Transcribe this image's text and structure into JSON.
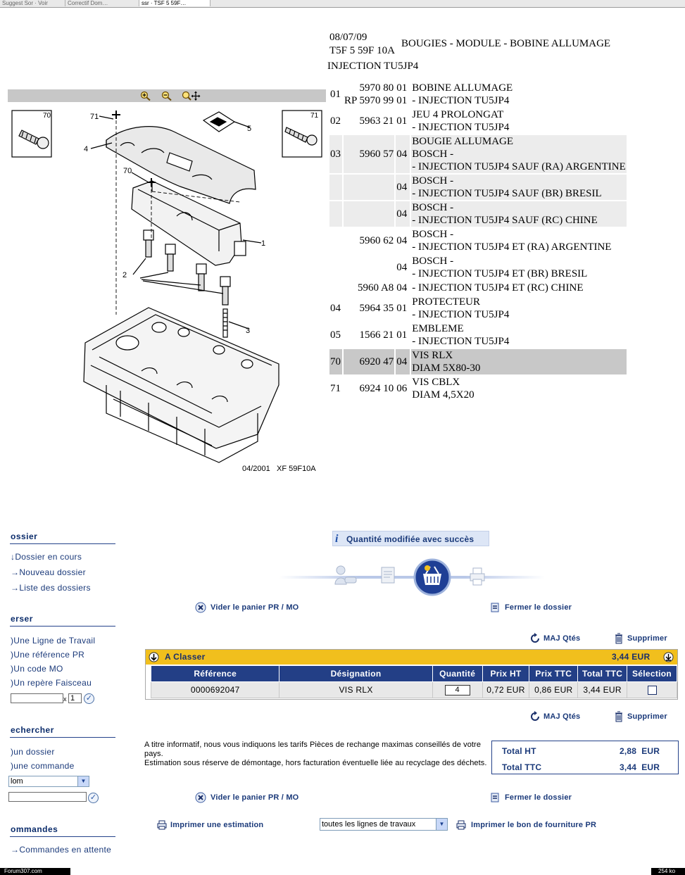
{
  "tabs": [
    "Suggest Sor · Voir",
    "Correctif Dom…",
    "ssr · TSF 5 59F…"
  ],
  "parts_header": {
    "date": "08/07/09",
    "code": "T5F 5 59F 10A",
    "title": "BOUGIES - MODULE - BOBINE ALLUMAGE",
    "engine": "INJECTION TU5JP4"
  },
  "diagram": {
    "left_box_label": "70",
    "right_box_label": "71",
    "callouts": [
      "71",
      "4",
      "5",
      "70",
      "1",
      "2",
      "3"
    ],
    "footer_date": "04/2001",
    "footer_ref": "XF 59F10A"
  },
  "parts": [
    {
      "num": "01",
      "ref": "5970 80",
      "ref2": "RP 5970 99",
      "qty": "01",
      "qty2": "01",
      "desc": [
        "BOBINE ALLUMAGE",
        "- INJECTION TU5JP4"
      ],
      "style": ""
    },
    {
      "num": "02",
      "ref": "5963 21",
      "qty": "01",
      "desc": [
        "JEU 4 PROLONGAT",
        "- INJECTION TU5JP4"
      ],
      "style": ""
    },
    {
      "num": "03",
      "ref": "5960 57",
      "qty": "04",
      "desc": [
        "BOUGIE ALLUMAGE",
        "BOSCH -",
        "- INJECTION TU5JP4 SAUF (RA) ARGENTINE"
      ],
      "style": "g"
    },
    {
      "num": "",
      "ref": "",
      "qty": "04",
      "desc": [
        "BOSCH -",
        "- INJECTION TU5JP4 SAUF (BR) BRESIL"
      ],
      "style": "g"
    },
    {
      "num": "",
      "ref": "",
      "qty": "04",
      "desc": [
        "BOSCH -",
        "- INJECTION TU5JP4 SAUF (RC) CHINE"
      ],
      "style": "g"
    },
    {
      "num": "",
      "ref": "5960 62",
      "qty": "04",
      "desc": [
        "BOSCH -",
        "- INJECTION TU5JP4 ET (RA) ARGENTINE"
      ],
      "style": ""
    },
    {
      "num": "",
      "ref": "",
      "qty": "04",
      "desc": [
        "BOSCH -",
        "- INJECTION TU5JP4 ET (BR) BRESIL"
      ],
      "style": ""
    },
    {
      "num": "",
      "ref": "5960 A8",
      "qty": "04",
      "desc": [
        "- INJECTION TU5JP4 ET (RC) CHINE"
      ],
      "style": ""
    },
    {
      "num": "04",
      "ref": "5964 35",
      "qty": "01",
      "desc": [
        "PROTECTEUR",
        "- INJECTION TU5JP4"
      ],
      "style": ""
    },
    {
      "num": "05",
      "ref": "1566 21",
      "qty": "01",
      "desc": [
        "EMBLEME",
        "- INJECTION TU5JP4"
      ],
      "style": ""
    },
    {
      "num": "70",
      "ref": "6920 47",
      "qty": "04",
      "desc": [
        "VIS RLX",
        "DIAM 5X80-30"
      ],
      "style": "dg"
    },
    {
      "num": "71",
      "ref": "6924 10",
      "qty": "06",
      "desc": [
        "VIS CBLX",
        "DIAM 4,5X20"
      ],
      "style": ""
    }
  ],
  "nav": {
    "dossier": {
      "title": "ossier",
      "links": [
        "Dossier en cours",
        "Nouveau dossier",
        "Liste des dossiers"
      ]
    },
    "verser": {
      "title": "erser",
      "links": [
        "Une Ligne de Travail",
        "Une référence PR",
        "Un code MO",
        "Un repère Faisceau"
      ],
      "qty_value": "1",
      "x_label": "x"
    },
    "rechercher": {
      "title": "echercher",
      "links": [
        "un dossier",
        "une commande"
      ],
      "select_value": "lom"
    },
    "commandes": {
      "title": "ommandes",
      "links": [
        "Commandes en attente"
      ]
    }
  },
  "notice": "Quantité modifiée avec succès",
  "actions": {
    "vider": "Vider le panier PR / MO",
    "fermer": "Fermer le dossier",
    "maj": "MAJ Qtés",
    "supprimer": "Supprimer",
    "imprimer_estimation": "Imprimer une estimation",
    "imprimer_bon": "Imprimer le bon de fourniture PR",
    "print_select": "toutes les lignes de travaux"
  },
  "basket": {
    "group": "A Classer",
    "group_total": "3,44 EUR",
    "columns": [
      "Référence",
      "Désignation",
      "Quantité",
      "Prix HT",
      "Prix TTC",
      "Total TTC",
      "Sélection"
    ],
    "rows": [
      {
        "ref": "0000692047",
        "designation": "VIS RLX",
        "qty": "4",
        "prix_ht": "0,72 EUR",
        "prix_ttc": "0,86 EUR",
        "total_ttc": "3,44 EUR"
      }
    ]
  },
  "info_text": "A titre informatif, nous vous indiquons les tarifs Pièces de rechange maximas conseillés de votre pays.\nEstimation sous réserve de démontage, hors facturation éventuelle liée au recyclage des déchets.",
  "totals": {
    "ht_label": "Total HT",
    "ht_value": "2,88  EUR",
    "ttc_label": "Total TTC",
    "ttc_value": "3,44  EUR"
  },
  "footer": {
    "left": "Forum307.com",
    "right": "254 ko"
  },
  "colors": {
    "nav_blue": "#24428a",
    "header_blue": "#233f86",
    "accent_yellow": "#f1bf1d"
  }
}
